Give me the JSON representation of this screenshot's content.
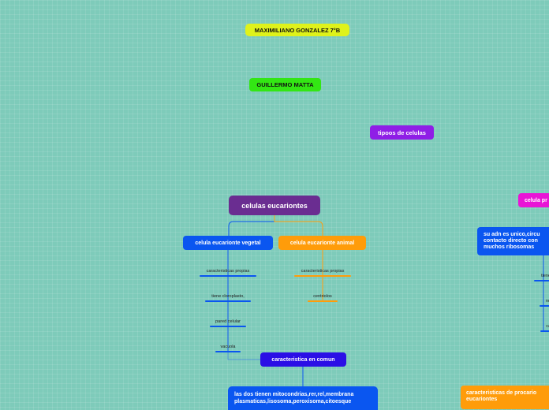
{
  "map": {
    "author1": "MAXIMILIANO GONZALEZ 7°B",
    "author2": "GUILLERMO MATTA",
    "title": "tipoos de celulas",
    "eukaryotes": {
      "label": "celulas eucariontes",
      "plant": {
        "label": "celula eucarionte vegetal",
        "items": [
          "caracteristicas propias",
          "tiene cloroplasto,",
          "pared celular",
          "vacuola"
        ]
      },
      "animal": {
        "label": "celula eucarionte animal",
        "items": [
          "caracteristicas propias",
          "centriolos"
        ]
      },
      "common": {
        "label": "caracteristica en comun",
        "detail": "las dos tienen mitocondrias,rer,rel,membrana plasmaticas,lisosoma,peroxisoma,citoesque"
      }
    },
    "prokaryotes": {
      "label": "celula pr",
      "detail": "su adn es unico,circu contacto directo con muchos ribosomas",
      "items": [
        "tiene",
        "no",
        "ca"
      ],
      "compare": "caracteristicas de procario eucariontes"
    }
  },
  "colors": {
    "yellow": "#dff21a",
    "green": "#33e614",
    "purple": "#8f1ee6",
    "dark_purple": "#6a2d91",
    "blue": "#0a56f0",
    "orange": "#ff9c0a",
    "indigo": "#2b0fe6",
    "magenta": "#e914d6"
  }
}
